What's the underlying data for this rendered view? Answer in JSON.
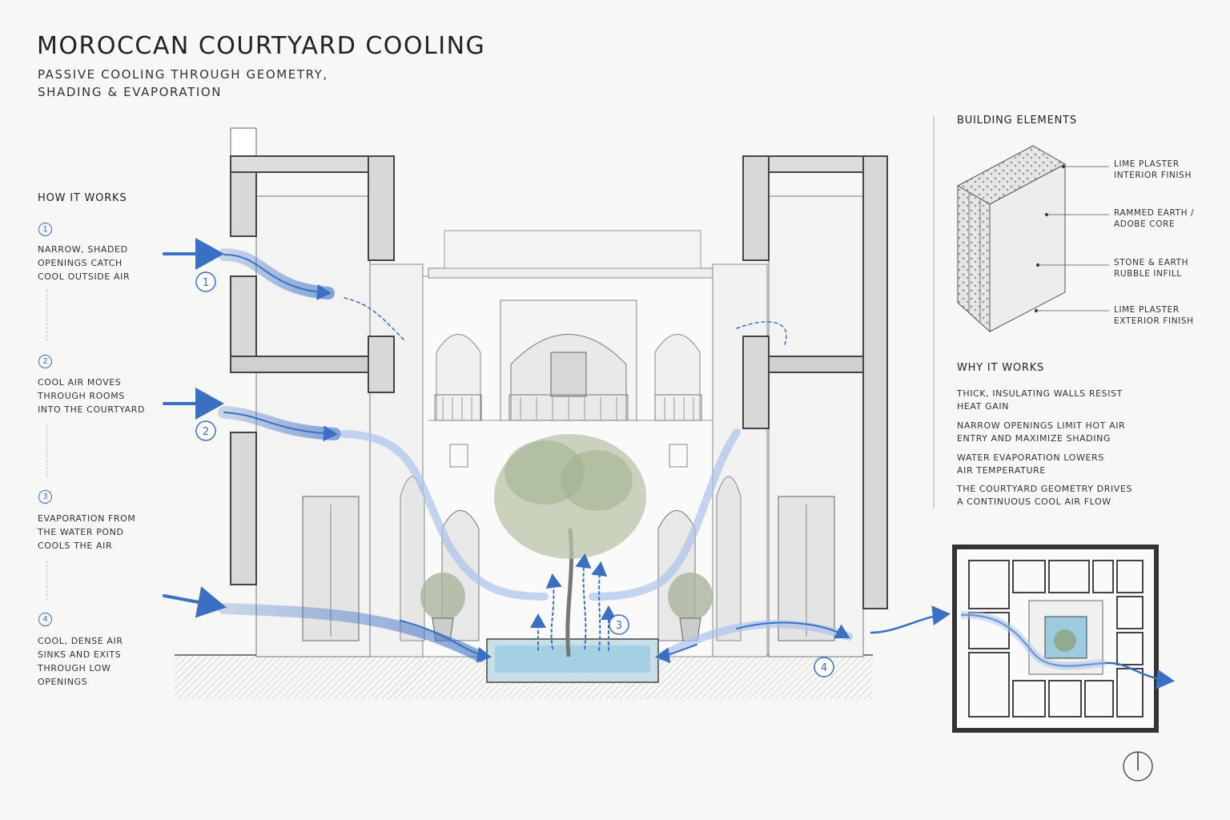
{
  "header": {
    "title": "MOROCCAN COURTYARD COOLING",
    "subtitle_lines": [
      "PASSIVE COOLING THROUGH GEOMETRY,",
      "SHADING & EVAPORATION"
    ]
  },
  "how_it_works": {
    "heading": "HOW IT WORKS",
    "steps": [
      {
        "num": "1",
        "lines": [
          "NARROW, SHADED",
          "OPENINGS CATCH",
          "COOL OUTSIDE AIR"
        ]
      },
      {
        "num": "2",
        "lines": [
          "COOL AIR MOVES",
          "THROUGH ROOMS",
          "INTO THE COURTYARD"
        ]
      },
      {
        "num": "3",
        "lines": [
          "EVAPORATION FROM",
          "THE WATER POND",
          "COOLS THE AIR"
        ]
      },
      {
        "num": "4",
        "lines": [
          "COOL, DENSE AIR",
          "SINKS AND EXITS",
          "THROUGH LOW",
          "OPENINGS"
        ]
      }
    ]
  },
  "section_markers": [
    "1",
    "2",
    "3",
    "4"
  ],
  "building_elements": {
    "heading": "BUILDING ELEMENTS",
    "layers": [
      {
        "lines": [
          "LIME PLASTER",
          "INTERIOR FINISH"
        ]
      },
      {
        "lines": [
          "RAMMED EARTH /",
          "ADOBE CORE"
        ]
      },
      {
        "lines": [
          "STONE & EARTH",
          "RUBBLE INFILL"
        ]
      },
      {
        "lines": [
          "LIME PLASTER",
          "EXTERIOR FINISH"
        ]
      }
    ]
  },
  "why_it_works": {
    "heading": "WHY IT WORKS",
    "points": [
      {
        "lines": [
          "THICK, INSULATING WALLS RESIST",
          "HEAT GAIN"
        ]
      },
      {
        "lines": [
          "NARROW OPENINGS LIMIT HOT AIR",
          "ENTRY AND MAXIMIZE SHADING"
        ]
      },
      {
        "lines": [
          "WATER EVAPORATION LOWERS",
          "AIR TEMPERATURE"
        ]
      },
      {
        "lines": [
          "THE COURTYARD GEOMETRY DRIVES",
          "A CONTINUOUS COOL AIR FLOW"
        ]
      }
    ]
  },
  "colors": {
    "airflow": "#3a6fc4",
    "airflow_light": "#a9c3ea",
    "water": "#9ccbe0",
    "wall_dark": "#4a4a4a",
    "wall_fill": "#dcdcdc",
    "tree": "#9aa88a"
  },
  "icons": [
    "north-arrow-icon",
    "airflow-arrow-icon"
  ]
}
